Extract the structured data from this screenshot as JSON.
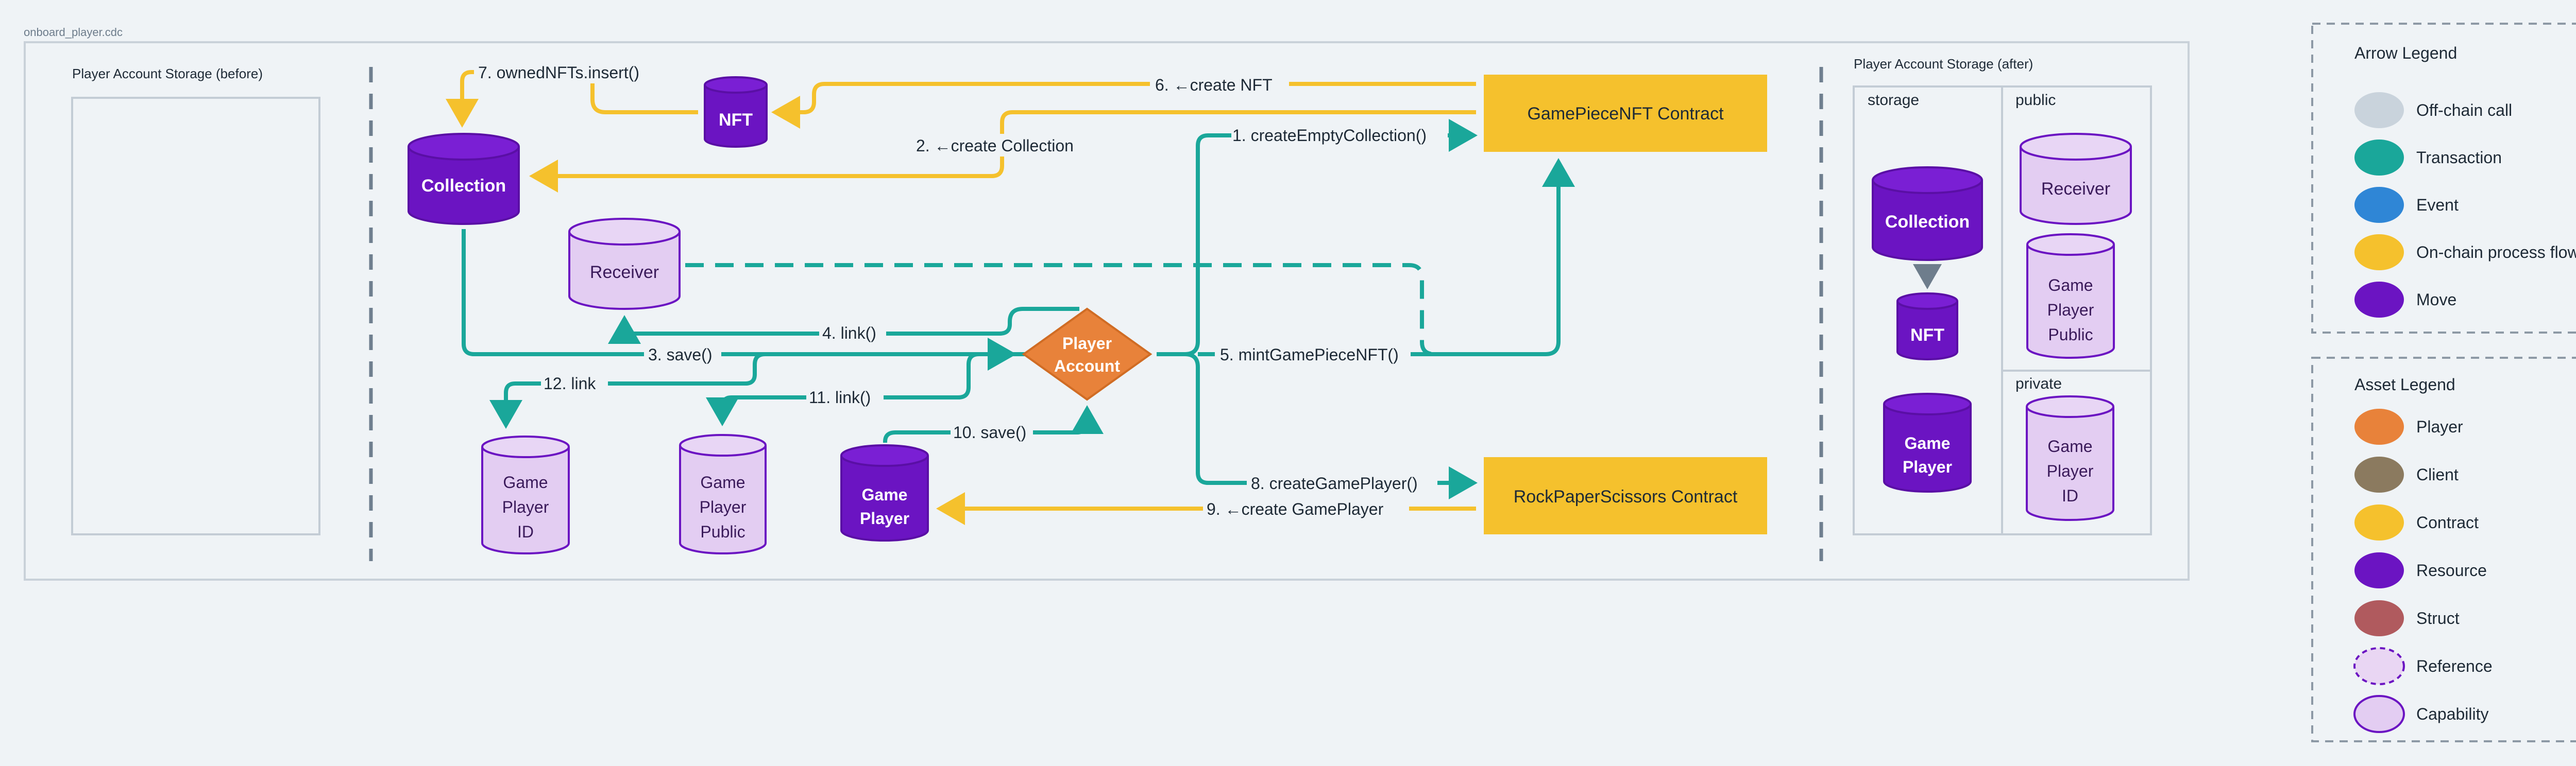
{
  "file_title": "onboard_player.cdc",
  "sections": {
    "before_title": "Player Account Storage (before)",
    "after_title": "Player Account Storage (after)",
    "storage_label": "storage",
    "public_label": "public",
    "private_label": "private"
  },
  "nodes": {
    "collection": "Collection",
    "nft": "NFT",
    "receiver": "Receiver",
    "player_account": [
      "Player",
      "Account"
    ],
    "game_player": [
      "Game",
      "Player"
    ],
    "game_player_public": [
      "Game",
      "Player",
      "Public"
    ],
    "game_player_id": [
      "Game",
      "Player",
      "ID"
    ],
    "gamepiece_contract": "GamePieceNFT Contract",
    "rps_contract": "RockPaperScissors Contract"
  },
  "edges": {
    "e1": "1. createEmptyCollection()",
    "e2": "2. ←create Collection",
    "e3": "3. save()",
    "e4": "4. link()",
    "e5": "5. mintGamePieceNFT()",
    "e6": "6. ←create NFT",
    "e7": "7. ownedNFTs.insert()",
    "e8": "8. createGamePlayer()",
    "e9": "9. ←create GamePlayer",
    "e10": "10. save()",
    "e11": "11. link()",
    "e12": "12. link"
  },
  "arrow_legend": {
    "title": "Arrow Legend",
    "items": [
      {
        "label": "Off-chain call",
        "color": "#c9d3dc"
      },
      {
        "label": "Transaction",
        "color": "#1aa79a"
      },
      {
        "label": "Event",
        "color": "#2f86d6"
      },
      {
        "label": "On-chain process flow",
        "color": "#f5c12d"
      },
      {
        "label": "Move",
        "color": "#6b14c2"
      }
    ]
  },
  "asset_legend": {
    "title": "Asset Legend",
    "items": [
      {
        "label": "Player",
        "color": "#e8823a",
        "style": "solid"
      },
      {
        "label": "Client",
        "color": "#8b7a5f",
        "style": "solid"
      },
      {
        "label": "Contract",
        "color": "#f5c12d",
        "style": "solid"
      },
      {
        "label": "Resource",
        "color": "#6b14c2",
        "style": "solid"
      },
      {
        "label": "Struct",
        "color": "#b05a5e",
        "style": "solid"
      },
      {
        "label": "Reference",
        "color": "#e9d6f3",
        "style": "dashed"
      },
      {
        "label": "Capability",
        "color": "#e3cdf2",
        "style": "solid"
      }
    ]
  },
  "colors": {
    "teal": "#1aa79a",
    "yellow": "#f5c12d",
    "purple": "#6b14c2",
    "lavender": "#e3cdf2",
    "orange": "#e8823a"
  }
}
